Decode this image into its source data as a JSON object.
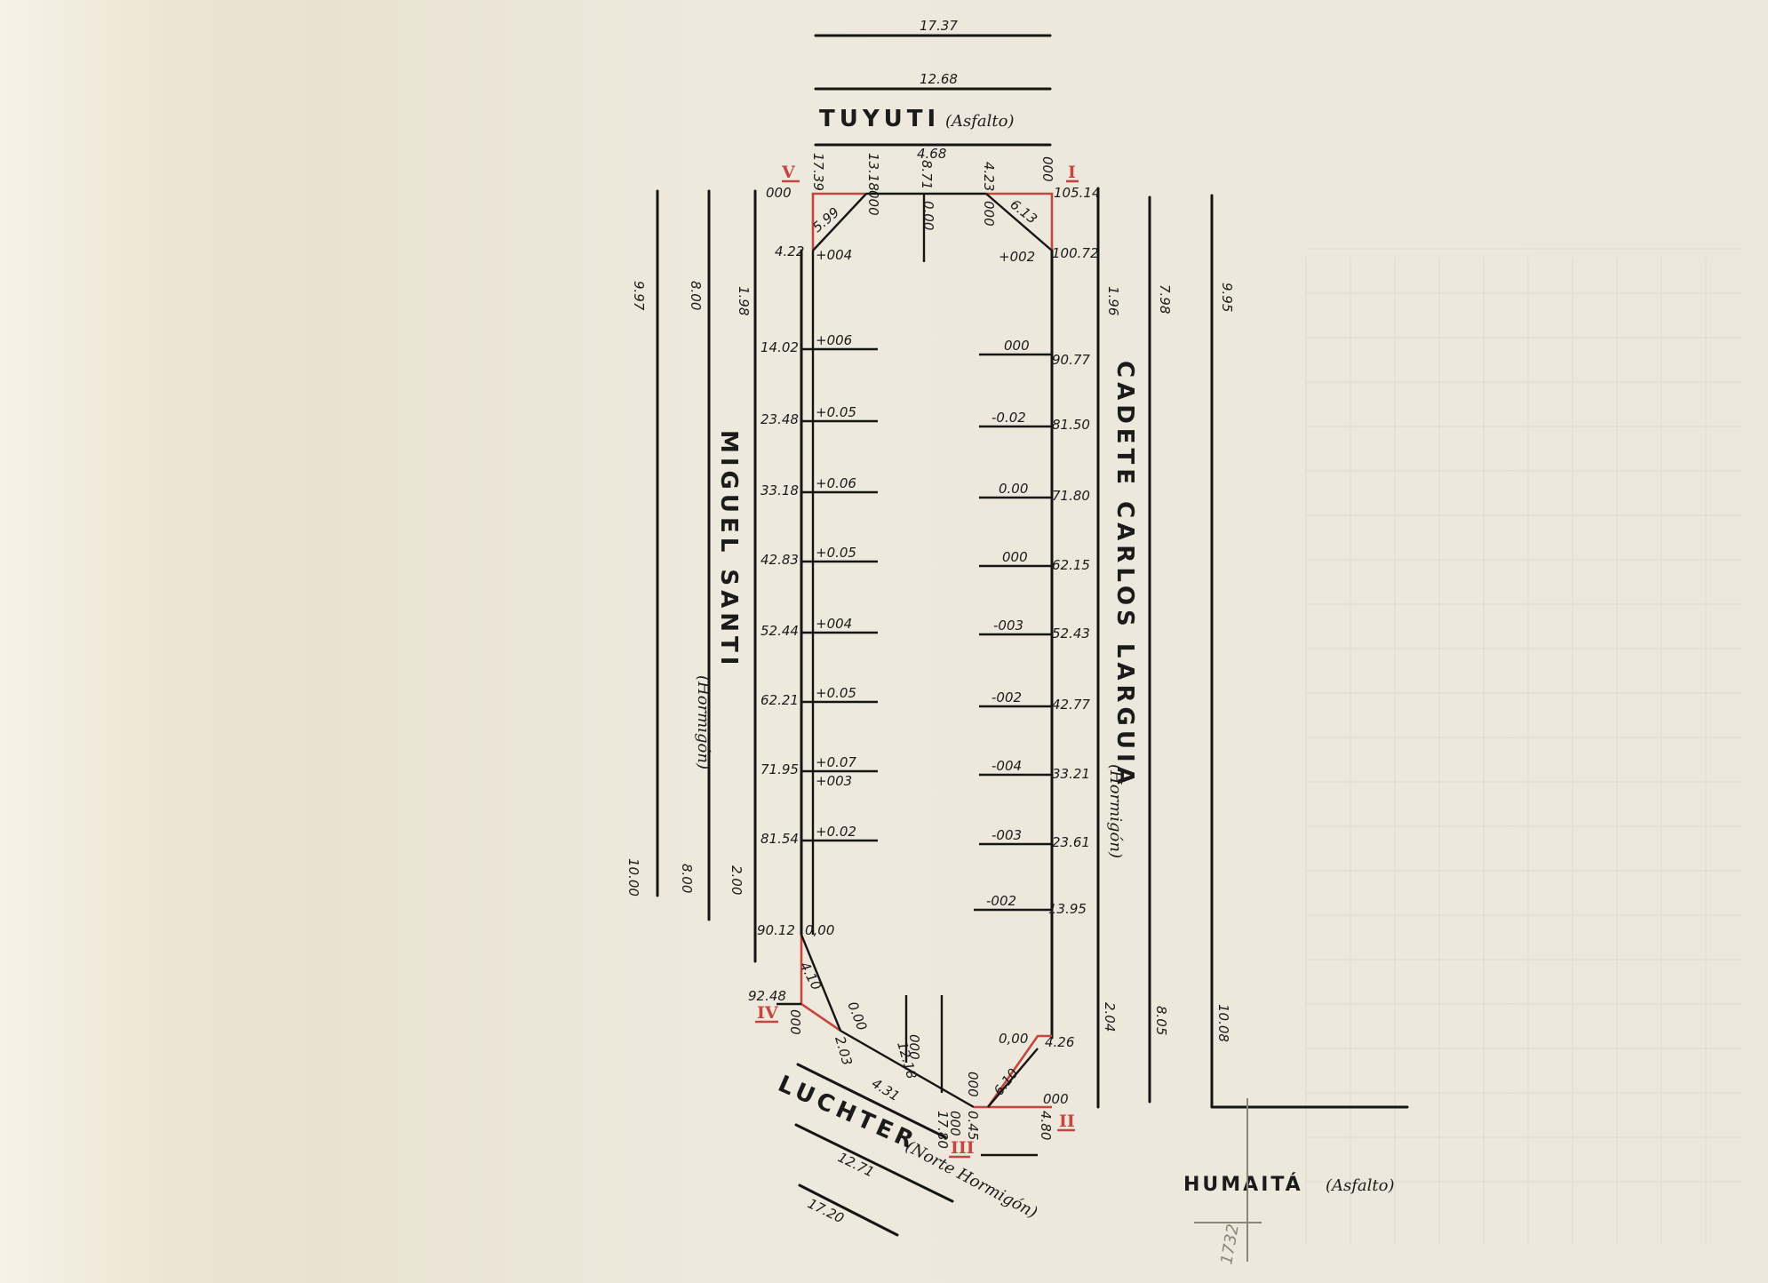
{
  "streets": {
    "tuyuti": {
      "name": "TUYUTI",
      "surface": "(Asfalto)"
    },
    "miguel_santi": {
      "name": "MIGUEL SANTI",
      "surface": "(Hormigón)"
    },
    "cadete_carlos_larguia": {
      "name": "CADETE CARLOS LARGUIA",
      "surface": "(Hormigón)"
    },
    "luchter": {
      "name": "LUCHTER",
      "surface": "(Norte Hormigón)"
    },
    "humaita": {
      "name": "HUMAITÁ",
      "surface": "(Asfalto)"
    }
  },
  "vertices": [
    "I",
    "II",
    "III",
    "IV",
    "V"
  ],
  "top_widths": {
    "outer": "17.37",
    "inner": "12.68",
    "lot": "4.68"
  },
  "top_labels": {
    "v_left": "17.39",
    "v_mid": "13.18",
    "v_zero1": "000",
    "v_cut": "8.71",
    "v_zero2": "0.00",
    "i_cut": "4.23",
    "i_zero": "000",
    "i_zero2": "000",
    "chamfer_v": "5.99",
    "chamfer_i": "6.13",
    "i_end": "105.14",
    "v_zero3": "000",
    "v_ofs": "4.22",
    "v_ofs_d": "+004",
    "i_ofs_d": "+002",
    "i_ofs": "100.72"
  },
  "left_widths": {
    "outer_top": "9.97",
    "mid_top": "8.00",
    "inner_top": "1.98",
    "outer_bot": "10.00",
    "mid_bot": "8.00",
    "inner_bot": "2.00"
  },
  "right_widths": {
    "inner_top": "1.96",
    "mid_top": "7.98",
    "outer_top": "9.95",
    "inner_bot": "2.04",
    "mid_bot": "8.05",
    "outer_bot": "10.08"
  },
  "left_progressives": [
    {
      "dist": "14.02",
      "off": "+006"
    },
    {
      "dist": "23.48",
      "off": "+0.05"
    },
    {
      "dist": "33.18",
      "off": "+0.06"
    },
    {
      "dist": "42.83",
      "off": "+0.05"
    },
    {
      "dist": "52.44",
      "off": "+004"
    },
    {
      "dist": "62.21",
      "off": "+0.05"
    },
    {
      "dist": "71.95",
      "off": "+0.07",
      "off2": "+003"
    },
    {
      "dist": "81.54",
      "off": "+0.02"
    },
    {
      "dist": "90.12",
      "off": "0,00"
    }
  ],
  "right_progressives": [
    {
      "dist": "90.77",
      "off": "000"
    },
    {
      "dist": "81.50",
      "off": "-0.02"
    },
    {
      "dist": "71.80",
      "off": "0.00"
    },
    {
      "dist": "62.15",
      "off": "000"
    },
    {
      "dist": "52.43",
      "off": "-003"
    },
    {
      "dist": "42.77",
      "off": "-002"
    },
    {
      "dist": "33.21",
      "off": "-004"
    },
    {
      "dist": "23.61",
      "off": "-003"
    },
    {
      "dist": "13.95",
      "off": "-002"
    }
  ],
  "bottom_labels": {
    "iv_dist": "92.48",
    "iv_zero": "000",
    "diag_len": "4.10",
    "diag_zero": "0.00",
    "iv_b": "2.03",
    "lot_len": "12.18",
    "lot_zero": "000",
    "lot_diag": "4.31",
    "iii_a": "000",
    "iii_b": "000",
    "iii_c": "17.80",
    "iii_d": "0.45",
    "ii_chamfer": "6.10",
    "ii_zero": "0,00",
    "ii_ofs": "4.26",
    "ii_zero2": "000",
    "ii_len": "4.80",
    "luchter_inner": "12.71",
    "luchter_outer": "17.20"
  },
  "archive_number": "1732"
}
